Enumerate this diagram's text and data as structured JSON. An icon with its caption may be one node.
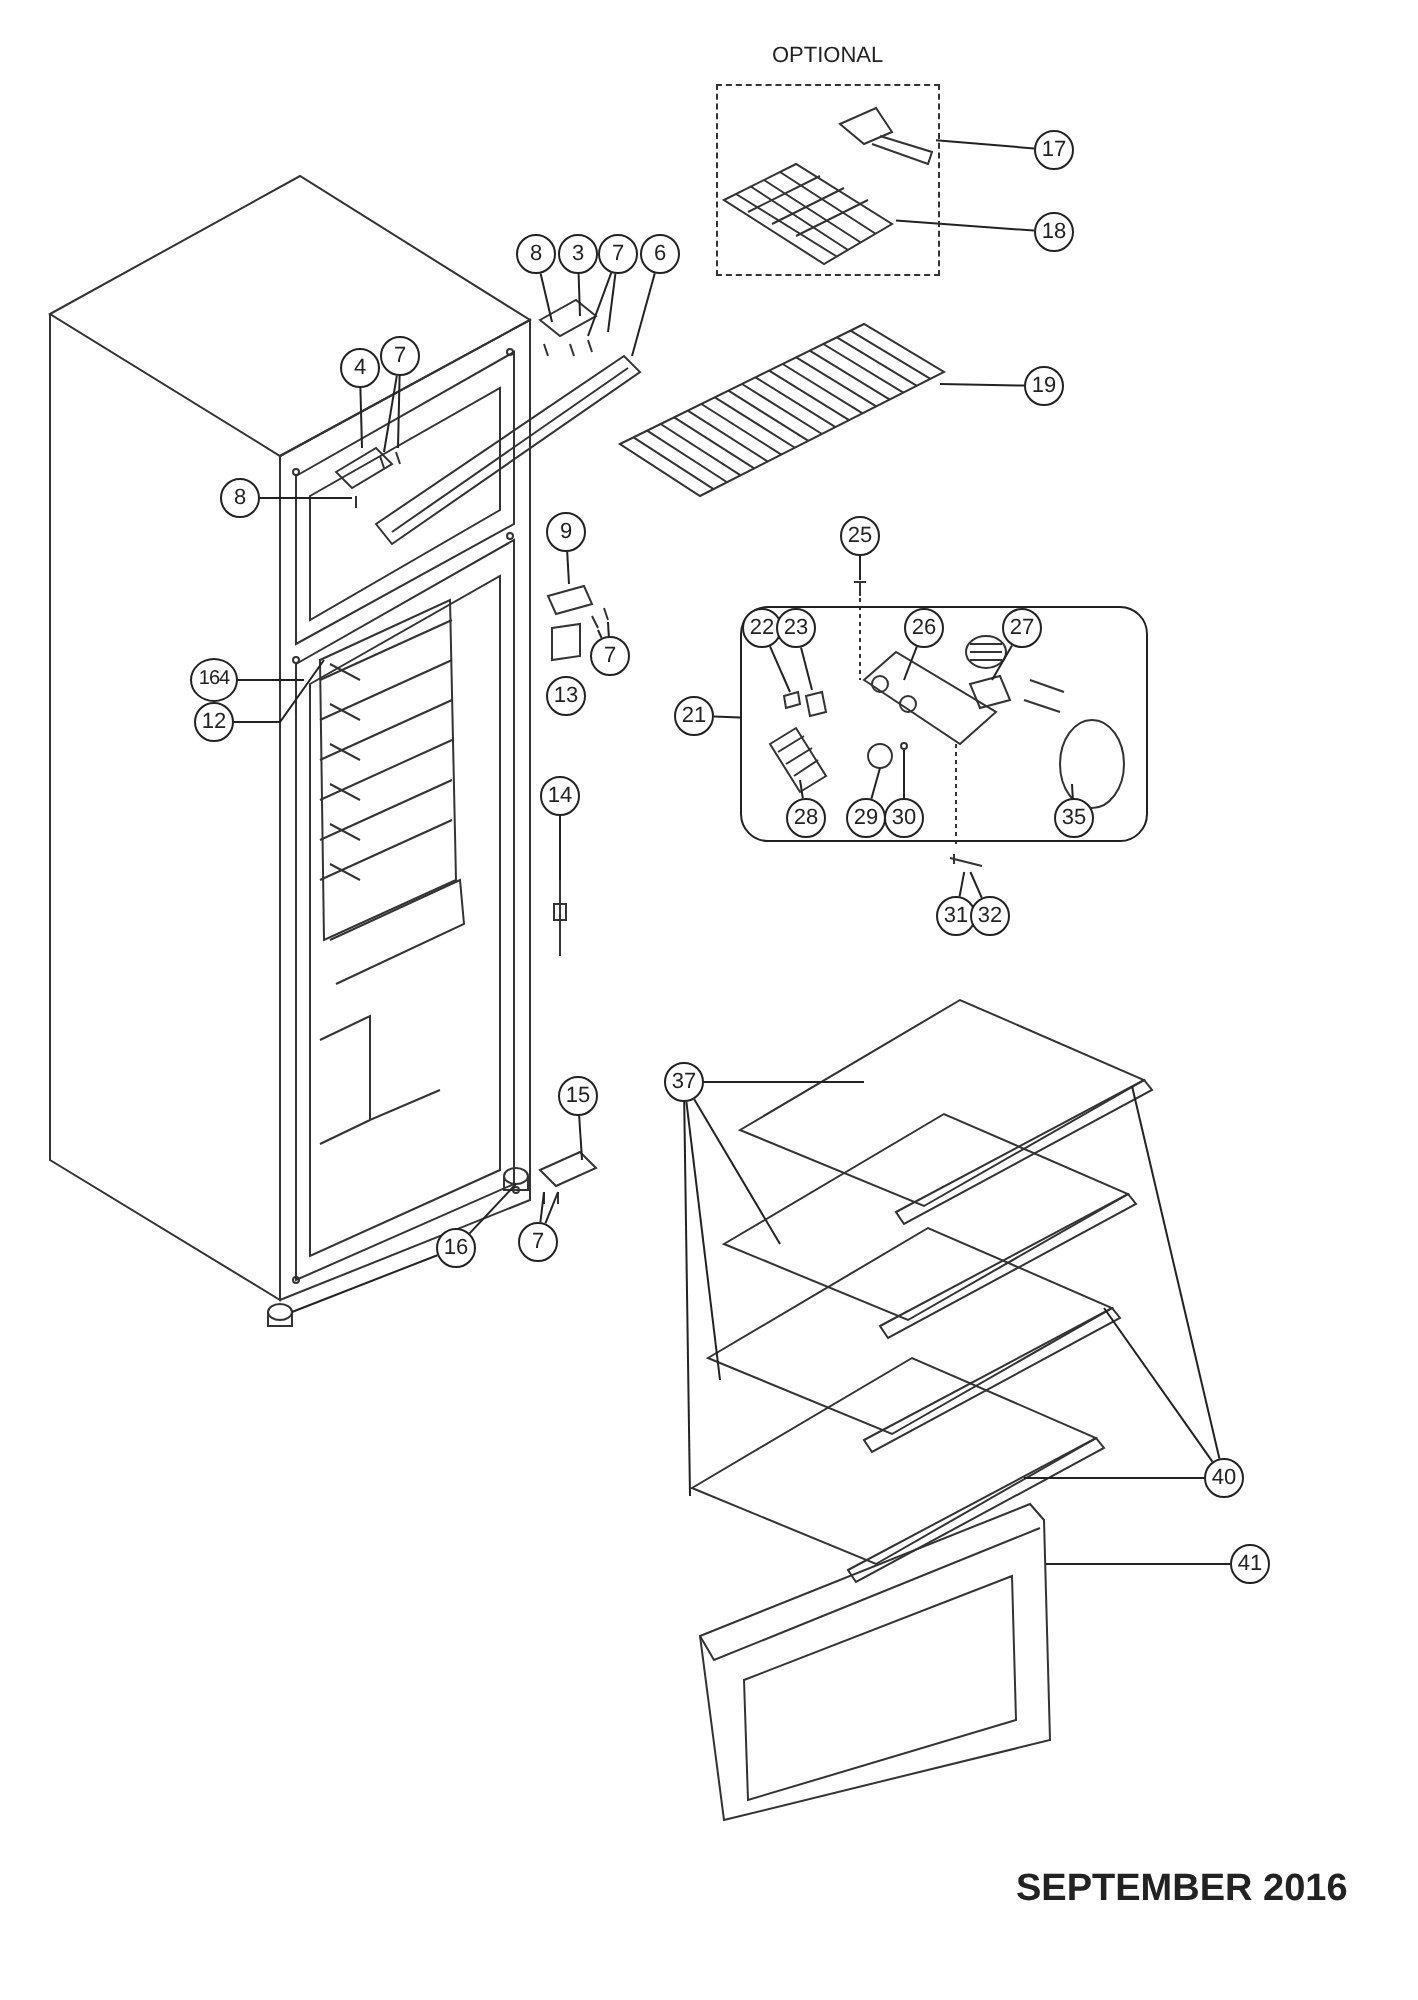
{
  "diagram": {
    "nodes": [
      {
        "text": [
          "OPTIONAL"
        ]
      },
      {
        "text": [
          "17"
        ]
      },
      {
        "text": [
          "18"
        ]
      },
      {
        "text": [
          "8"
        ]
      },
      {
        "text": [
          "3"
        ]
      },
      {
        "text": [
          "7"
        ]
      },
      {
        "text": [
          "6"
        ]
      },
      {
        "text": [
          "4"
        ]
      },
      {
        "text": [
          "7"
        ]
      },
      {
        "text": [
          "19"
        ]
      },
      {
        "text": [
          "8"
        ]
      },
      {
        "text": [
          "9"
        ]
      },
      {
        "text": [
          "25"
        ]
      },
      {
        "text": [],
        "shape": "box"
      },
      {
        "text": [
          "22"
        ],
        "in": 13
      },
      {
        "text": [
          "23"
        ],
        "in": 13
      },
      {
        "text": [
          "26"
        ],
        "in": 13
      },
      {
        "text": [
          "27"
        ],
        "in": 13
      },
      {
        "text": [
          "21"
        ]
      },
      {
        "text": [
          "7"
        ]
      },
      {
        "text": [
          "164"
        ]
      },
      {
        "text": [
          "13"
        ]
      },
      {
        "text": [
          "12"
        ]
      },
      {
        "text": [
          "28"
        ],
        "in": 13
      },
      {
        "text": [
          "29"
        ],
        "in": 13
      },
      {
        "text": [
          "30"
        ],
        "in": 13
      },
      {
        "text": [
          "35"
        ],
        "in": 13
      },
      {
        "text": [
          "14"
        ]
      },
      {
        "text": [
          "31"
        ]
      },
      {
        "text": [
          "32"
        ]
      },
      {
        "text": [
          "37"
        ]
      },
      {
        "text": [
          "15"
        ]
      },
      {
        "text": [
          "16"
        ]
      },
      {
        "text": [
          "7"
        ]
      },
      {
        "text": [
          "40"
        ]
      },
      {
        "text": [
          "41"
        ]
      },
      {
        "text": [],
        "shape": "picture",
        "in": 0
      },
      {
        "text": [],
        "shape": "picture",
        "in": 0
      },
      {
        "text": [],
        "shape": "picture"
      },
      {
        "text": [],
        "shape": "picture"
      },
      {
        "text": [],
        "shape": "picture"
      }
    ],
    "edges": [
      {
        "from": 1,
        "to": 36,
        "arrow": "none"
      },
      {
        "from": 2,
        "to": 37,
        "arrow": "none"
      },
      {
        "from": 3,
        "to": null,
        "arrow": "none"
      },
      {
        "from": 4,
        "to": null,
        "arrow": "none"
      },
      {
        "from": 5,
        "to": null,
        "arrow": "none"
      },
      {
        "from": 5,
        "to": null,
        "arrow": "none"
      },
      {
        "from": 6,
        "to": null,
        "arrow": "none"
      },
      {
        "from": 7,
        "to": null,
        "arrow": "none"
      },
      {
        "from": 8,
        "to": null,
        "arrow": "none"
      },
      {
        "from": 8,
        "to": null,
        "arrow": "none"
      },
      {
        "from": 9,
        "to": null,
        "arrow": "none"
      },
      {
        "from": 10,
        "to": null,
        "arrow": "none"
      },
      {
        "from": 11,
        "to": 38,
        "arrow": "none"
      },
      {
        "from": 12,
        "to": 40,
        "arrow": "none"
      },
      {
        "from": 18,
        "to": 13,
        "arrow": "none"
      },
      {
        "from": 14,
        "to": null,
        "arrow": "none"
      },
      {
        "from": 15,
        "to": null,
        "arrow": "none"
      },
      {
        "from": 16,
        "to": null,
        "arrow": "none"
      },
      {
        "from": 17,
        "to": null,
        "arrow": "none"
      },
      {
        "from": 19,
        "to": null,
        "arrow": "none"
      },
      {
        "from": 19,
        "to": null,
        "arrow": "none"
      },
      {
        "from": 20,
        "to": null,
        "arrow": "none"
      },
      {
        "from": 22,
        "to": null,
        "arrow": "none"
      },
      {
        "from": 23,
        "to": null,
        "arrow": "none"
      },
      {
        "from": 24,
        "to": null,
        "arrow": "none"
      },
      {
        "from": 25,
        "to": null,
        "arrow": "none"
      },
      {
        "from": 26,
        "to": null,
        "arrow": "none"
      },
      {
        "from": 27,
        "to": null,
        "arrow": "none"
      },
      {
        "from": 28,
        "to": 39,
        "arrow": "none"
      },
      {
        "from": 29,
        "to": 39,
        "arrow": "none"
      },
      {
        "from": 30,
        "to": null,
        "arrow": "none"
      },
      {
        "from": 30,
        "to": null,
        "arrow": "none"
      },
      {
        "from": 30,
        "to": null,
        "arrow": "none"
      },
      {
        "from": 30,
        "to": null,
        "arrow": "none"
      },
      {
        "from": 31,
        "to": null,
        "arrow": "none"
      },
      {
        "from": 32,
        "to": null,
        "arrow": "none"
      },
      {
        "from": 32,
        "to": null,
        "arrow": "none"
      },
      {
        "from": 33,
        "to": null,
        "arrow": "none"
      },
      {
        "from": 33,
        "to": null,
        "arrow": "none"
      },
      {
        "from": 34,
        "to": null,
        "arrow": "none"
      },
      {
        "from": 34,
        "to": null,
        "arrow": "none"
      },
      {
        "from": 34,
        "to": null,
        "arrow": "none"
      },
      {
        "from": 35,
        "to": null,
        "arrow": "none"
      }
    ],
    "labels": [
      "SEPTEMBER 2016"
    ]
  }
}
